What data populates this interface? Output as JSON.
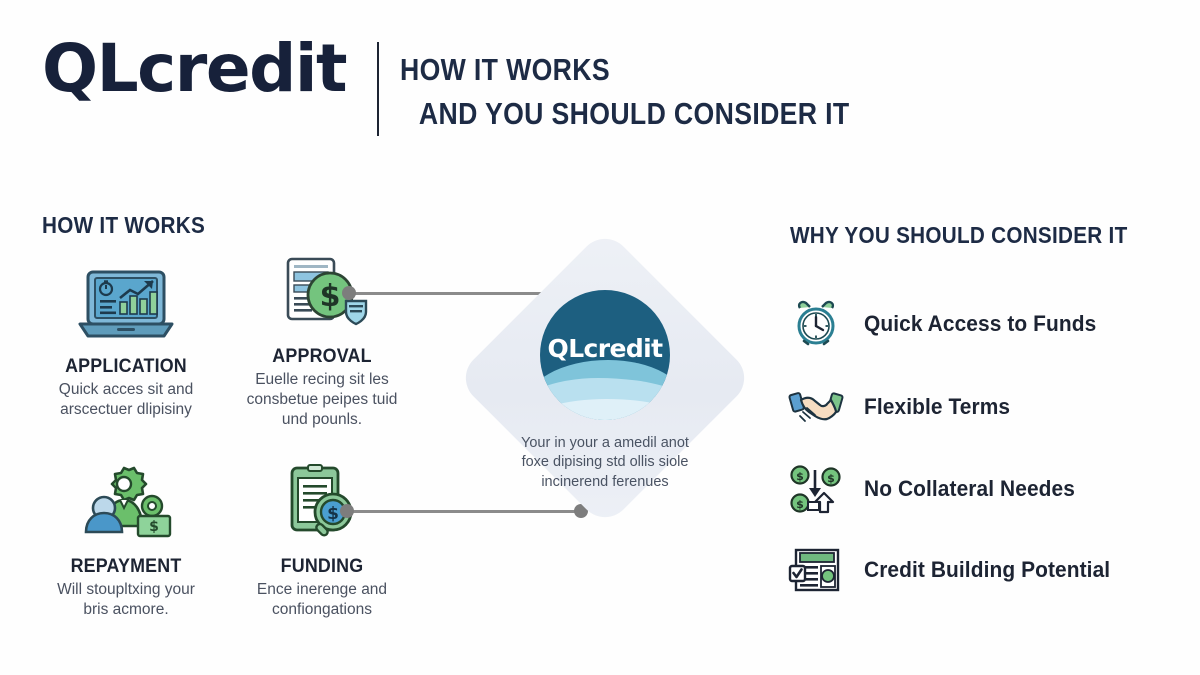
{
  "brand": {
    "logo_text": "QLcredit",
    "badge_text": "QLcredit"
  },
  "header": {
    "headline_line1": "HOW IT WORKS",
    "headline_line2": "AND YOU SHOULD CONSIDER IT"
  },
  "how_it_works": {
    "title": "HOW IT WORKS",
    "steps": [
      {
        "name": "APPLICATION",
        "icon": "laptop-chart-icon",
        "desc_line1": "Quick acces sit and",
        "desc_line2": "arscectuer dlipisiny"
      },
      {
        "name": "APPROVAL",
        "icon": "document-dollar-shield-icon",
        "desc_line1": "Euelle recing sit les",
        "desc_line2": "consbetue peipes tuid",
        "desc_line3": "und pounls."
      },
      {
        "name": "REPAYMENT",
        "icon": "people-gear-money-icon",
        "desc_line1": "Will stoupltxing your",
        "desc_line2": "bris acmore."
      },
      {
        "name": "FUNDING",
        "icon": "document-magnifier-dollar-icon",
        "desc_line1": "Ence inerenge and",
        "desc_line2": "confiongations"
      }
    ]
  },
  "center": {
    "caption_line1": "Your in your a amedil anot",
    "caption_line2": "foxe dipising std ollis siole",
    "caption_line3": "incinerend ferenues"
  },
  "why_consider": {
    "title": "WHY YOU SHOULD CONSIDER IT",
    "items": [
      {
        "label": "Quick Access to Funds",
        "icon": "alarm-clock-icon"
      },
      {
        "label": "Flexible Terms",
        "icon": "handshake-icon"
      },
      {
        "label": "No Collateral Needes",
        "icon": "coins-arrows-icon"
      },
      {
        "label": "Credit Building Potential",
        "icon": "checklist-document-icon"
      }
    ]
  },
  "colors": {
    "navy": "#1d2b45",
    "text_dark": "#1d2433",
    "green": "#6bbf6b",
    "blue": "#4a9fd0",
    "badge_blue": "#1d5f80",
    "connector_gray": "#8b8b8b",
    "diamond_gray": "#e9edf4"
  }
}
